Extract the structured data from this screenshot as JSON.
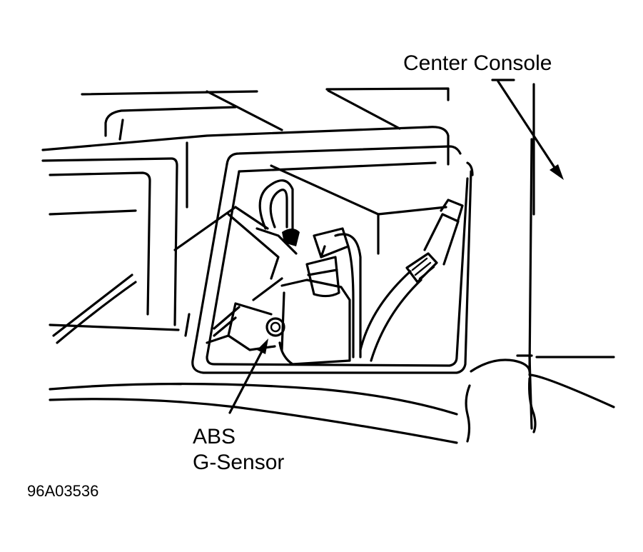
{
  "labels": {
    "center_console": "Center Console",
    "abs_line1": "ABS",
    "abs_line2": "G-Sensor",
    "figure_id": "96A03536"
  }
}
